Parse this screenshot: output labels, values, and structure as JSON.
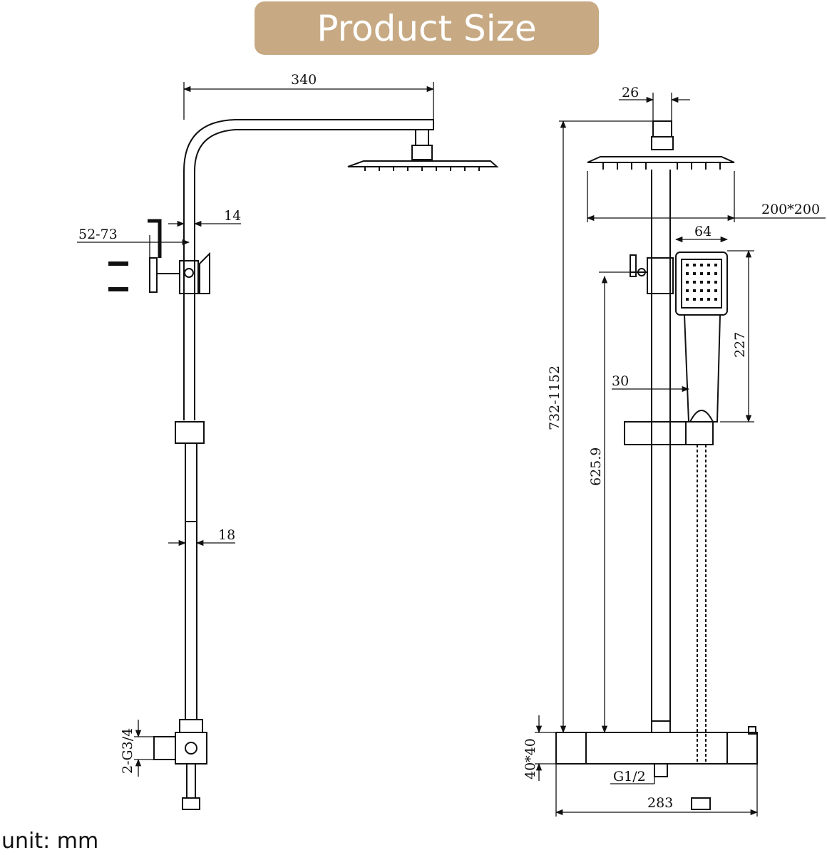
{
  "title": "Product Size",
  "unit_note": "unit: mm",
  "colors": {
    "badge": "#c7aa84",
    "line": "#111111"
  },
  "dimensions": {
    "arm_length": "340",
    "pipe_offset": "14",
    "bracket_range": "52-73",
    "lower_pipe": "18",
    "inlet": "2-G3/4",
    "head_pipe": "26",
    "head_size": "200*200",
    "hand_width": "64",
    "hand_length": "227",
    "hand_offset": "30",
    "height_range": "732-1152",
    "holder_height": "625.9",
    "valve_size": "40*40",
    "outlet": "G1/2",
    "valve_width": "283"
  }
}
